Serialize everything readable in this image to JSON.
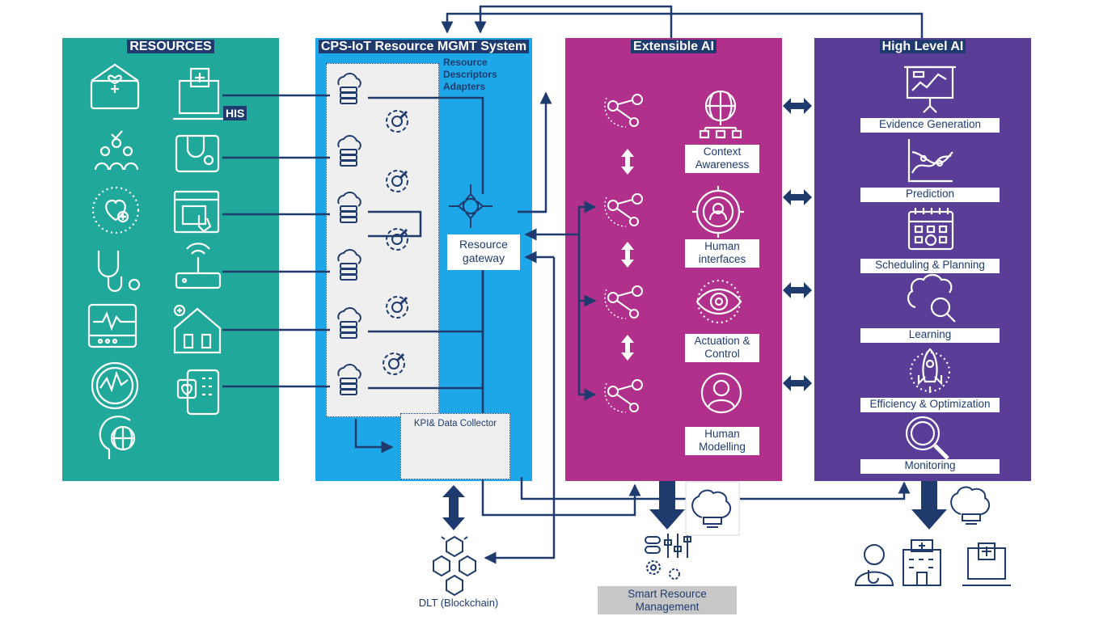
{
  "resources": {
    "title": "RESOURCES",
    "his_label": "HIS",
    "color": "#20a89a"
  },
  "cps": {
    "title": "CPS-IoT Resource MGMT System",
    "adapters_label": [
      "Resource",
      "Descriptors",
      "Adapters"
    ],
    "gateway_label": [
      "Resource",
      "gateway"
    ],
    "kpi_label": "KPI& Data Collector",
    "color": "#1ea7e8"
  },
  "extensible": {
    "title": "Extensible AI",
    "items": [
      [
        "Context",
        "Awareness"
      ],
      [
        "Human",
        "interfaces"
      ],
      [
        "Actuation &",
        "Control"
      ],
      [
        "Human",
        "Modelling"
      ]
    ],
    "color": "#b0308c"
  },
  "high_level": {
    "title": "High Level AI",
    "items": [
      "Evidence Generation",
      "Prediction",
      "Scheduling & Planning",
      "Learning",
      "Efficiency & Optimization",
      "Monitoring"
    ],
    "color": "#5a3d96"
  },
  "bottom": {
    "dlt_label": "DLT (Blockchain)",
    "smart_label": [
      "Smart Resource",
      "Management"
    ]
  },
  "icons": {
    "resources": [
      "medical-kit-icon",
      "people-group-icon",
      "heart-plus-icon",
      "stethoscope-icon",
      "monitor-wave-icon",
      "gauge-icon",
      "head-globe-icon",
      "laptop-medical-icon",
      "tablet-stethoscope-icon",
      "screen-touch-icon",
      "router-icon",
      "smart-home-icon",
      "phone-heart-icon"
    ],
    "extensible": [
      "globe-network-icon",
      "headset-target-icon",
      "eye-icon",
      "person-icon",
      "share-node-icon"
    ],
    "high_level": [
      "chart-presentation-icon",
      "line-chart-icon",
      "calendar-icon",
      "brain-search-icon",
      "rocket-icon",
      "magnifier-icon"
    ]
  },
  "colors": {
    "navy": "#1f3b6e",
    "gray_box": "#c8c8c8"
  }
}
